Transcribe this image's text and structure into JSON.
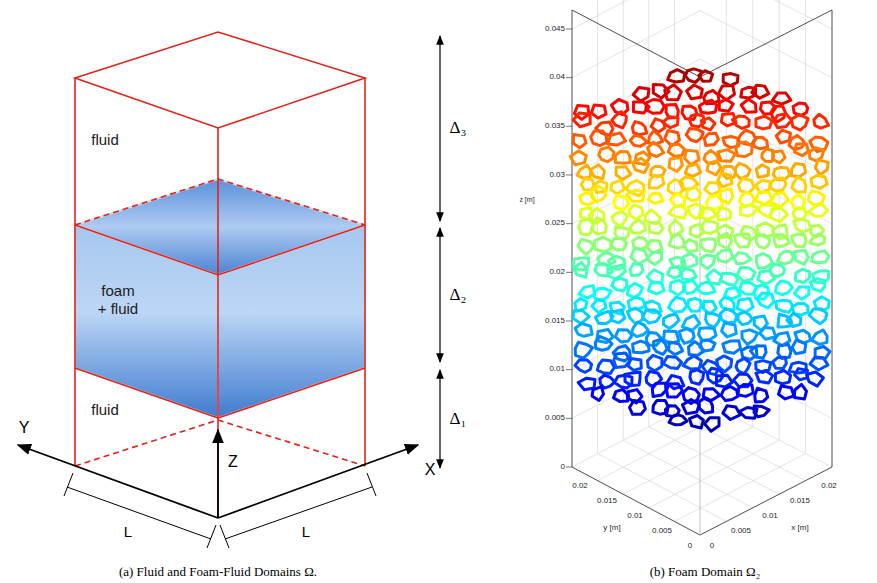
{
  "diagram": {
    "nodes": [
      {
        "text": [
          "fluid"
        ]
      },
      {
        "text": [
          "foam + fluid"
        ]
      },
      {
        "text": [
          "fluid"
        ]
      }
    ],
    "labels": [
      "Δ₃",
      "Δ₂",
      "Δ₁",
      "Y",
      "Z",
      "X",
      "L",
      "L",
      "(a) Fluid and Foam-Fluid Domains Ω.",
      "z [m]",
      "0",
      "0.005",
      "0.01",
      "0.015",
      "0.02",
      "0.025",
      "0.03",
      "0.035",
      "0.04",
      "0.045",
      "y [m]",
      "0.02",
      "0.015",
      "0.01",
      "0.005",
      "0",
      "x [m]",
      "0",
      "0.005",
      "0.01",
      "0.015",
      "0.02",
      "(b) Foam Domain Ω₂"
    ]
  }
}
